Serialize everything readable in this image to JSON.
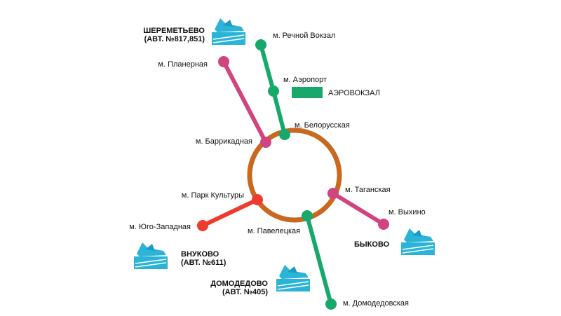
{
  "colors": {
    "ring": "#c8691f",
    "green_line": "#17a86b",
    "pink_line": "#d0457f",
    "red_line": "#ef3b2c",
    "airport_icon": "#2bb4d8",
    "text": "#111111"
  },
  "stations": {
    "rechnoy_vokzal": "м. Речной Вокзал",
    "aeroport": "м. Аэропорт",
    "belorusskaya": "м. Белорусская",
    "planernaya": "м. Планерная",
    "barrikadnaya": "м. Баррикадная",
    "taganskaya": "м. Таганская",
    "vykhino": "м. Выхино",
    "park_kultury": "м. Парк Культуры",
    "yugo_zapadnaya": "м. Юго-Западная",
    "paveletskaya": "м. Павелецкая",
    "domodedovskaya": "м. Домодедовская"
  },
  "airports": {
    "sheremetyevo": {
      "name": "ШЕРЕМЕТЬЕВО",
      "bus": "(АВТ. №817,851)",
      "icon": "airplane-icon"
    },
    "vnukovo": {
      "name": "ВНУКОВО",
      "bus": "(АВТ. №611)",
      "icon": "airplane-icon"
    },
    "domodedovo": {
      "name": "ДОМОДЕДОВО",
      "bus": "(АВТ. №405)",
      "icon": "airplane-icon"
    },
    "bykovo": {
      "name": "БЫКОВО",
      "icon": "airplane-icon"
    }
  },
  "terminal": {
    "label": "АЭРОВОКЗАЛ"
  }
}
